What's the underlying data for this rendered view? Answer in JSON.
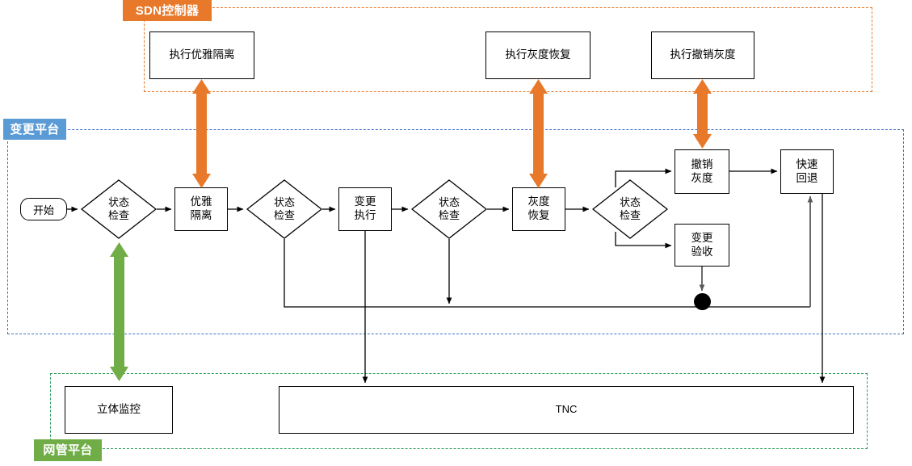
{
  "lanes": [
    {
      "key": "sdn",
      "label": "SDN控制器",
      "color": "#E8792B"
    },
    {
      "key": "change",
      "label": "变更平台",
      "color": "#5B9BD5"
    },
    {
      "key": "nms",
      "label": "网管平台",
      "color": "#70AD47"
    }
  ],
  "sdn_nodes": [
    {
      "key": "exec_graceful_isolate",
      "label": "执行优雅隔离"
    },
    {
      "key": "exec_gray_recover",
      "label": "执行灰度恢复"
    },
    {
      "key": "exec_revoke_gray",
      "label": "执行撤销灰度"
    }
  ],
  "flow_nodes": {
    "start": "开始",
    "check1": "状态\n检查",
    "graceful_isolate": "优雅\n隔离",
    "check2": "状态\n检查",
    "change_exec": "变更\n执行",
    "check3": "状态\n检查",
    "gray_recover": "灰度\n恢复",
    "check4": "状态\n检查",
    "revoke_gray": "撤销\n灰度",
    "fast_rollback": "快速\n回退",
    "change_accept": "变更\n验收"
  },
  "nms_nodes": [
    {
      "key": "stereo_monitor",
      "label": "立体监控"
    },
    {
      "key": "tnc",
      "label": "TNC"
    }
  ],
  "connector_colors": {
    "orange_link": "#E8792B",
    "green_link": "#70AD47",
    "flow_line": "#000000",
    "gray_line": "#595959"
  }
}
